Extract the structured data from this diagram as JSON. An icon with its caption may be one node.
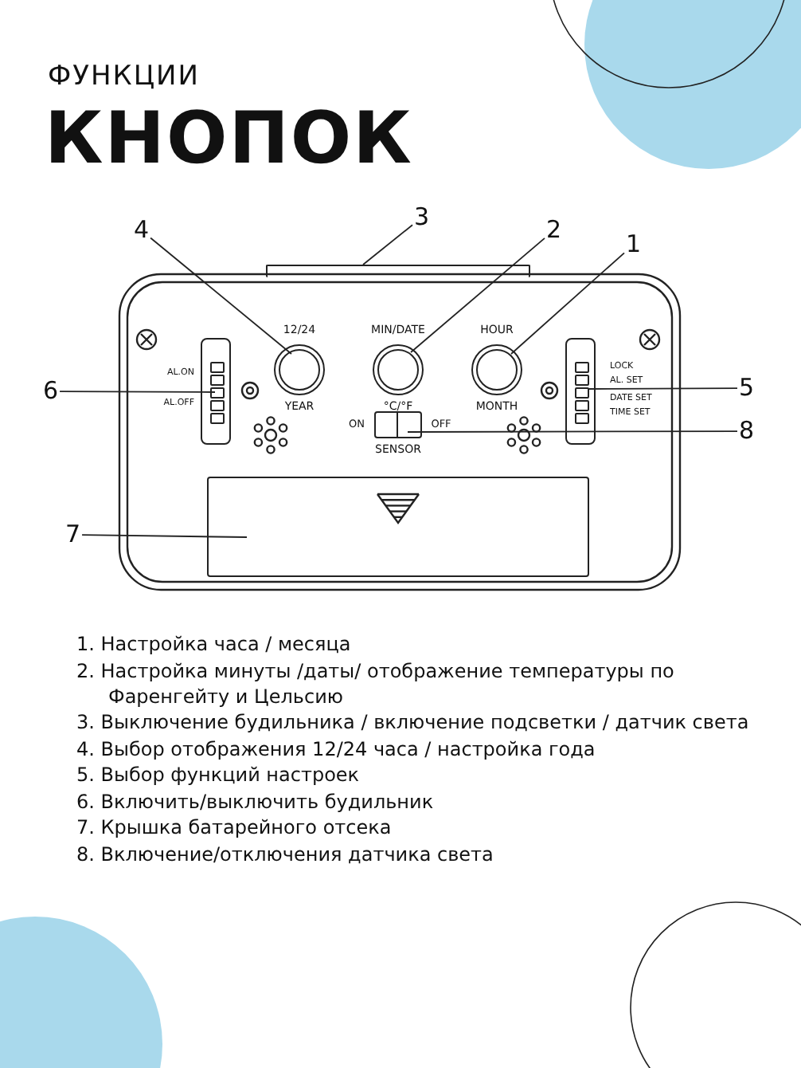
{
  "diagram": {
    "title": "ФУНКЦИИ КНОПОК",
    "nodes": [
      {
        "text": [
          "1"
        ]
      },
      {
        "text": [
          "2"
        ]
      },
      {
        "text": [
          "3"
        ]
      },
      {
        "text": [
          "4"
        ]
      },
      {
        "text": [
          "5"
        ]
      },
      {
        "text": [
          "6"
        ]
      },
      {
        "text": [
          "7"
        ]
      },
      {
        "text": [
          "8"
        ]
      },
      {
        "text": [],
        "shape": "circle"
      },
      {
        "text": [],
        "shape": "circle"
      },
      {
        "text": [],
        "shape": "circle"
      },
      {
        "text": [],
        "shape": "bar"
      },
      {
        "text": [],
        "shape": "box"
      },
      {
        "text": [],
        "shape": "box"
      },
      {
        "text": [],
        "shape": "box"
      },
      {
        "text": [],
        "shape": "box"
      }
    ],
    "edges": [
      {
        "from": 0,
        "to": 10,
        "arrow": "none"
      },
      {
        "from": 1,
        "to": 9,
        "arrow": "none"
      },
      {
        "from": 2,
        "to": 11,
        "arrow": "none"
      },
      {
        "from": 3,
        "to": 8,
        "arrow": "none"
      },
      {
        "from": 4,
        "to": 12,
        "arrow": "none"
      },
      {
        "from": 5,
        "to": 13,
        "arrow": "none"
      },
      {
        "from": 6,
        "to": 14,
        "arrow": "none"
      },
      {
        "from": 7,
        "to": 15,
        "arrow": "none"
      }
    ],
    "labels": [
      "12/24",
      "MIN/DATE",
      "HOUR",
      "AL.ON",
      "LOCK",
      "AL. SET",
      "YEAR",
      "°C/°F",
      "MONTH",
      "DATE SET",
      "AL.OFF",
      "TIME SET",
      "ON",
      "OFF",
      "SENSOR",
      "1. Настройка часа / месяца",
      "2. Настройка минуты /даты/ отображение температуры по Фаренгейту и Цельсию",
      "3. Выключение будильника / включение подсветки / датчик света",
      "4. Выбор отображения 12/24 часа / настройка года",
      "5. Выбор функций настроек",
      "6. Включить/выключить будильник",
      "7. Крышка батарейного отсека",
      "8. Включение/отключения датчика света"
    ]
  }
}
